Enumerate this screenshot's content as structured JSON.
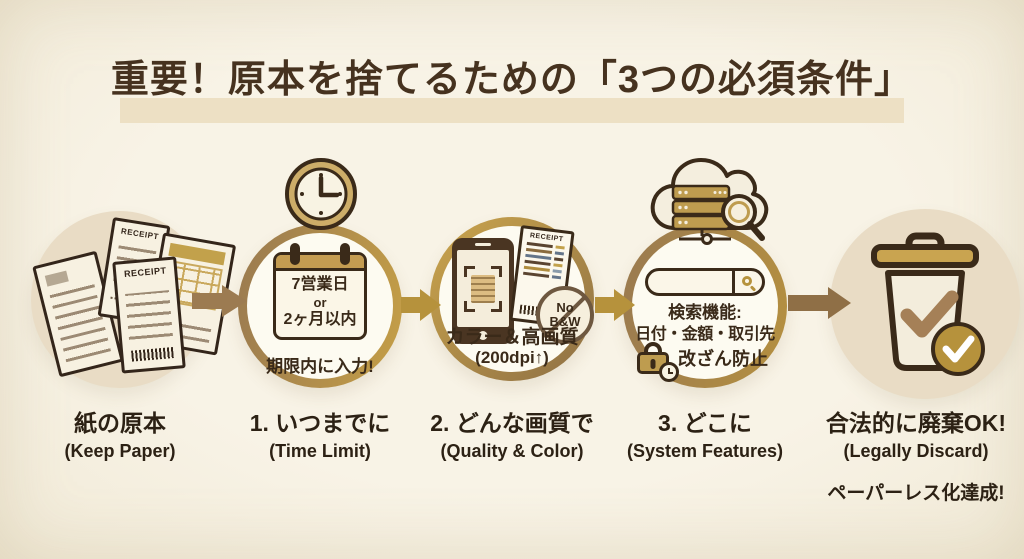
{
  "title": {
    "text": "重要！原本を捨てるための「3つの必須条件」"
  },
  "colors": {
    "background": "#F7F2E4",
    "ink": "#3A2A19",
    "gold": "#B6923C",
    "tan": "#9C7B51",
    "beige_circle": "#E9DCC5",
    "title_highlight": "#EDE0C4"
  },
  "steps": {
    "paper": {
      "jp": "紙の原本",
      "en": "(Keep Paper)",
      "receipt_label": "RECEIPT"
    },
    "time": {
      "jp": "1. いつまでに",
      "en": "(Time Limit)",
      "calendar": {
        "line1": "7営業日",
        "line2": "or",
        "line3": "2ヶ月以内"
      },
      "note": "期限内に入力!"
    },
    "quality": {
      "jp": "2. どんな画質で",
      "en": "(Quality & Color)",
      "receipt_label": "RECEIPT",
      "badge": {
        "line1": "No",
        "line2": "B&W"
      },
      "caption1": "カラー＆高画質",
      "caption2": "(200dpi↑)"
    },
    "system": {
      "jp": "3. どこに",
      "en": "(System Features)",
      "search_title": "検索機能:",
      "search_fields": "日付・金額・取引先",
      "tamper": "改ざん防止"
    },
    "discard": {
      "jp": "合法的に廃棄OK!",
      "en": "(Legally Discard)",
      "extra": "ペーパーレス化達成!"
    }
  }
}
